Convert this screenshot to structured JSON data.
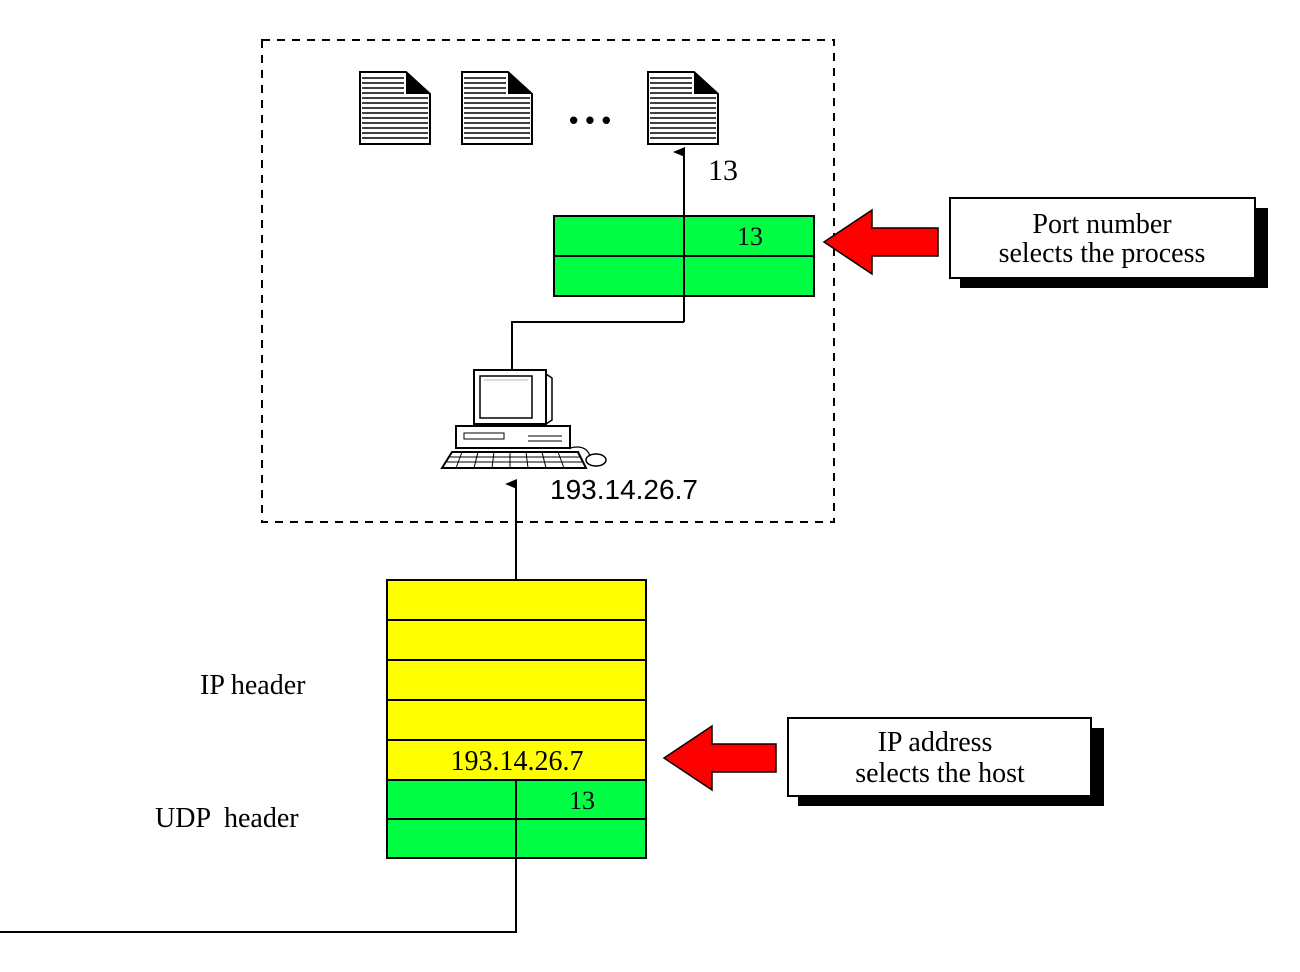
{
  "host": {
    "address_label": "193.14.26.7",
    "port_arrow_label": "13",
    "process_ellipsis": "• • •"
  },
  "host_udp_block": {
    "port": "13"
  },
  "packet": {
    "ip_header_label": "IP header",
    "udp_header_label": "UDP  header",
    "ip_address": "193.14.26.7",
    "udp_port": "13"
  },
  "callouts": {
    "port": {
      "line1": "Port number",
      "line2": "selects the process"
    },
    "ip": {
      "line1": "IP address",
      "line2": "selects the host"
    }
  },
  "colors": {
    "yellow": "#ffff00",
    "green": "#00ff44",
    "red_arrow": "#ff0000",
    "line": "#000000"
  }
}
